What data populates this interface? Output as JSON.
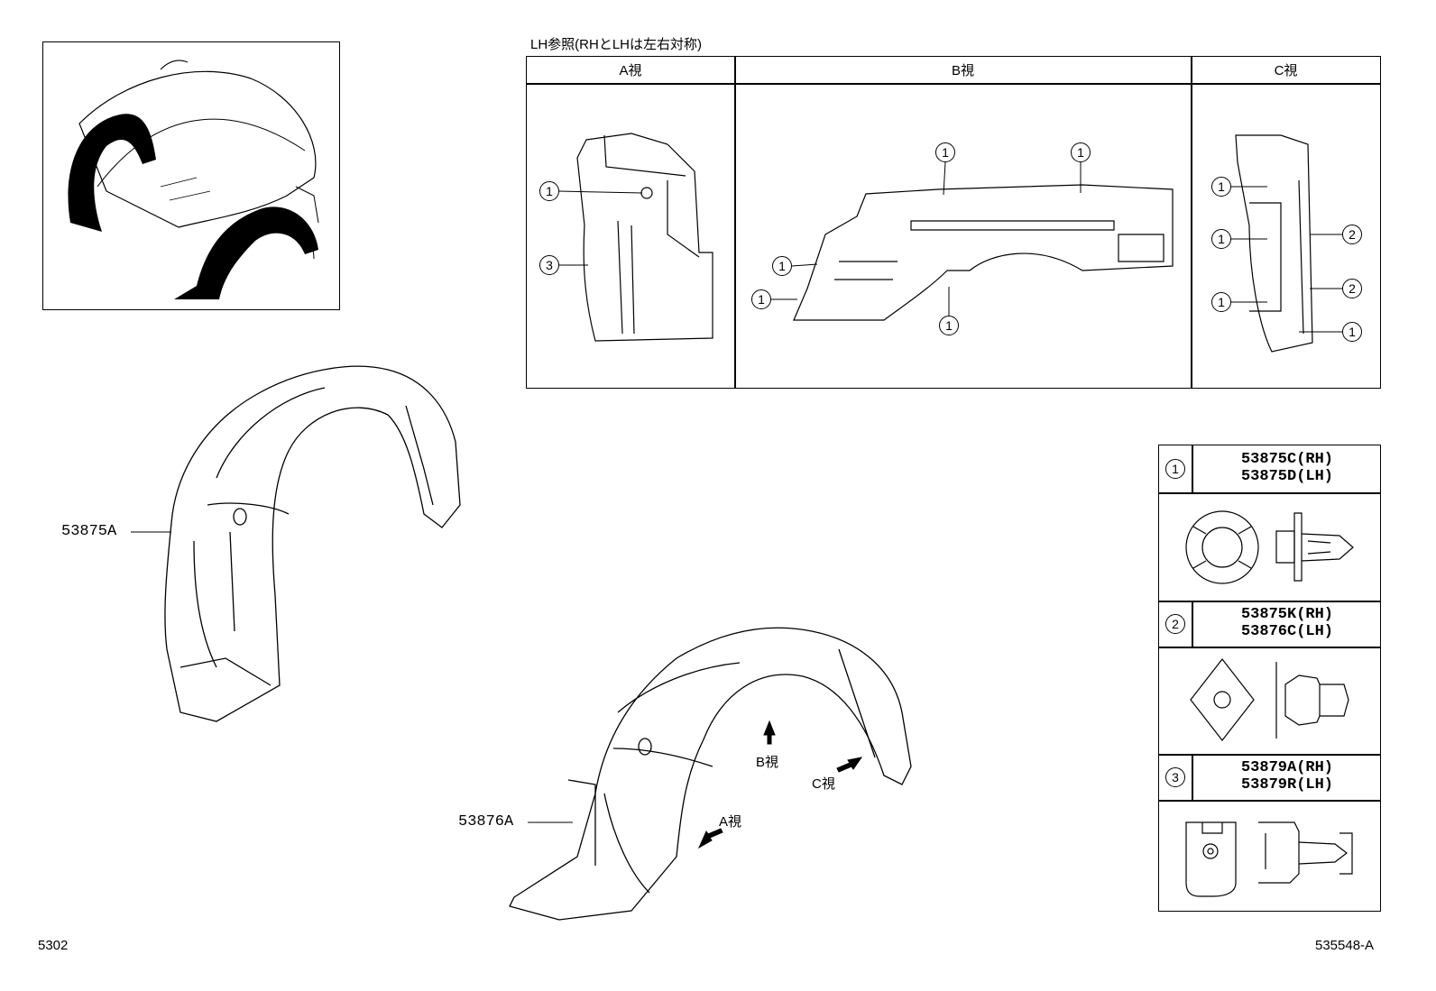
{
  "lh_note": "LH参照(RHとLHは左右対称)",
  "views": {
    "a": "A視",
    "b": "B視",
    "c": "C視"
  },
  "callouts": {
    "one": "1",
    "two": "2",
    "three": "3"
  },
  "parts": {
    "rh_liner": "53875A",
    "lh_liner": "53876A"
  },
  "arrows": {
    "b": "B視",
    "c": "C視",
    "a": "A視"
  },
  "clips": [
    {
      "index": "1",
      "line1": "53875C(RH)",
      "line2": "53875D(LH)"
    },
    {
      "index": "2",
      "line1": "53875K(RH)",
      "line2": "53876C(LH)"
    },
    {
      "index": "3",
      "line1": "53879A(RH)",
      "line2": "53879R(LH)"
    }
  ],
  "footer": {
    "left_code": "5302",
    "right_code": "535548-A"
  }
}
